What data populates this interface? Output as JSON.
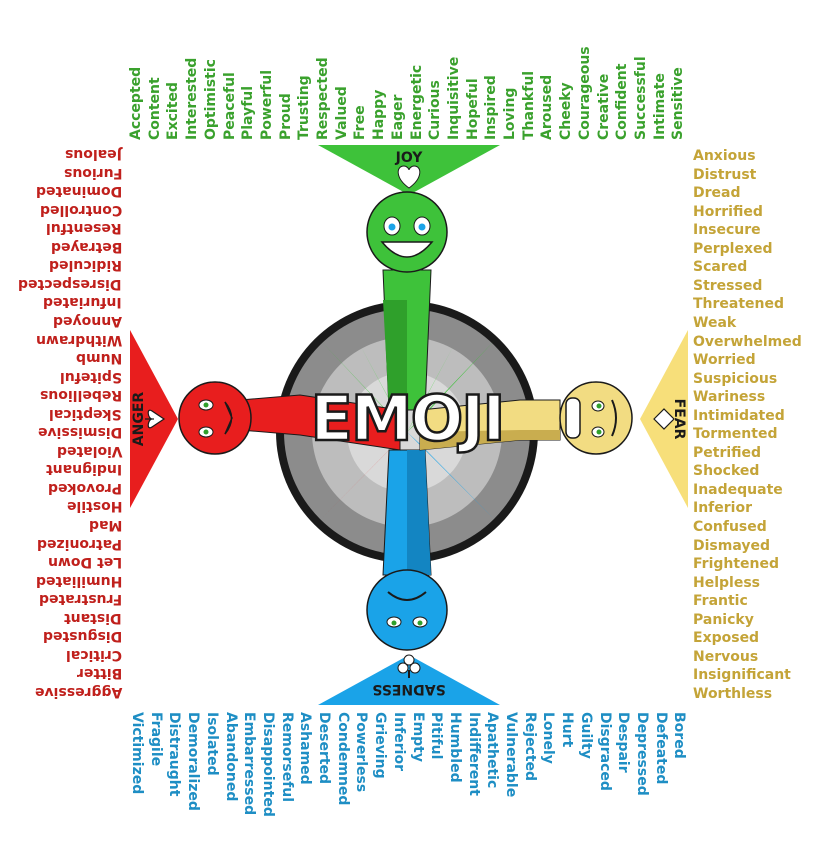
{
  "title": "EMOJI",
  "emotions": {
    "joy": {
      "label": "JOY",
      "color": "#3ec23a",
      "words": [
        "Accepted",
        "Content",
        "Excited",
        "Interested",
        "Optimistic",
        "Peaceful",
        "Playful",
        "Powerful",
        "Proud",
        "Trusting",
        "Respected",
        "Valued",
        "Free",
        "Happy",
        "Eager",
        "Energetic",
        "Curious",
        "Inquisitive",
        "Hopeful",
        "Inspired",
        "Loving",
        "Thankful",
        "Aroused",
        "Cheeky",
        "Courageous",
        "Creative",
        "Confident",
        "Successful",
        "Intimate",
        "Sensitive"
      ]
    },
    "fear": {
      "label": "FEAR",
      "color": "#f7df7a",
      "words": [
        "Anxious",
        "Distrust",
        "Dread",
        "Horrified",
        "Insecure",
        "Perplexed",
        "Scared",
        "Stressed",
        "Threatened",
        "Weak",
        "Overwhelmed",
        "Worried",
        "Suspicious",
        "Wariness",
        "Intimidated",
        "Tormented",
        "Petrified",
        "Shocked",
        "Inadequate",
        "Inferior",
        "Confused",
        "Dismayed",
        "Frightened",
        "Helpless",
        "Frantic",
        "Panicky",
        "Exposed",
        "Nervous",
        "Insignificant",
        "Worthless"
      ]
    },
    "sadness": {
      "label": "SADNESS",
      "color": "#1aa3e8",
      "words": [
        "Victimized",
        "Fragile",
        "Distraught",
        "Demoralized",
        "Isolated",
        "Abandoned",
        "Embarressed",
        "Disappointed",
        "Remorseful",
        "Ashamed",
        "Deserted",
        "Condemned",
        "Powerless",
        "Grieving",
        "Inferior",
        "Empty",
        "Pitiful",
        "Humbled",
        "Indifferent",
        "Apathetic",
        "Vulnerable",
        "Rejected",
        "Lonely",
        "Hurt",
        "Guilty",
        "Disgraced",
        "Despair",
        "Depressed",
        "Defeated",
        "Bored"
      ]
    },
    "anger": {
      "label": "ANGER",
      "color": "#e81e1e",
      "words": [
        "Jealous",
        "Furious",
        "Dominated",
        "Controlled",
        "Resentful",
        "Betrayed",
        "Ridiculed",
        "Disrespected",
        "Infuriated",
        "Annoyed",
        "Withdrawn",
        "Numb",
        "Spiteful",
        "Rebellious",
        "Skeptical",
        "Dismissive",
        "Violated",
        "Indignant",
        "Provoked",
        "Hostile",
        "Mad",
        "Patronized",
        "Let Down",
        "Humiliated",
        "Frustrated",
        "Distant",
        "Disgusted",
        "Critical",
        "Bitter",
        "Aggressive"
      ]
    }
  }
}
